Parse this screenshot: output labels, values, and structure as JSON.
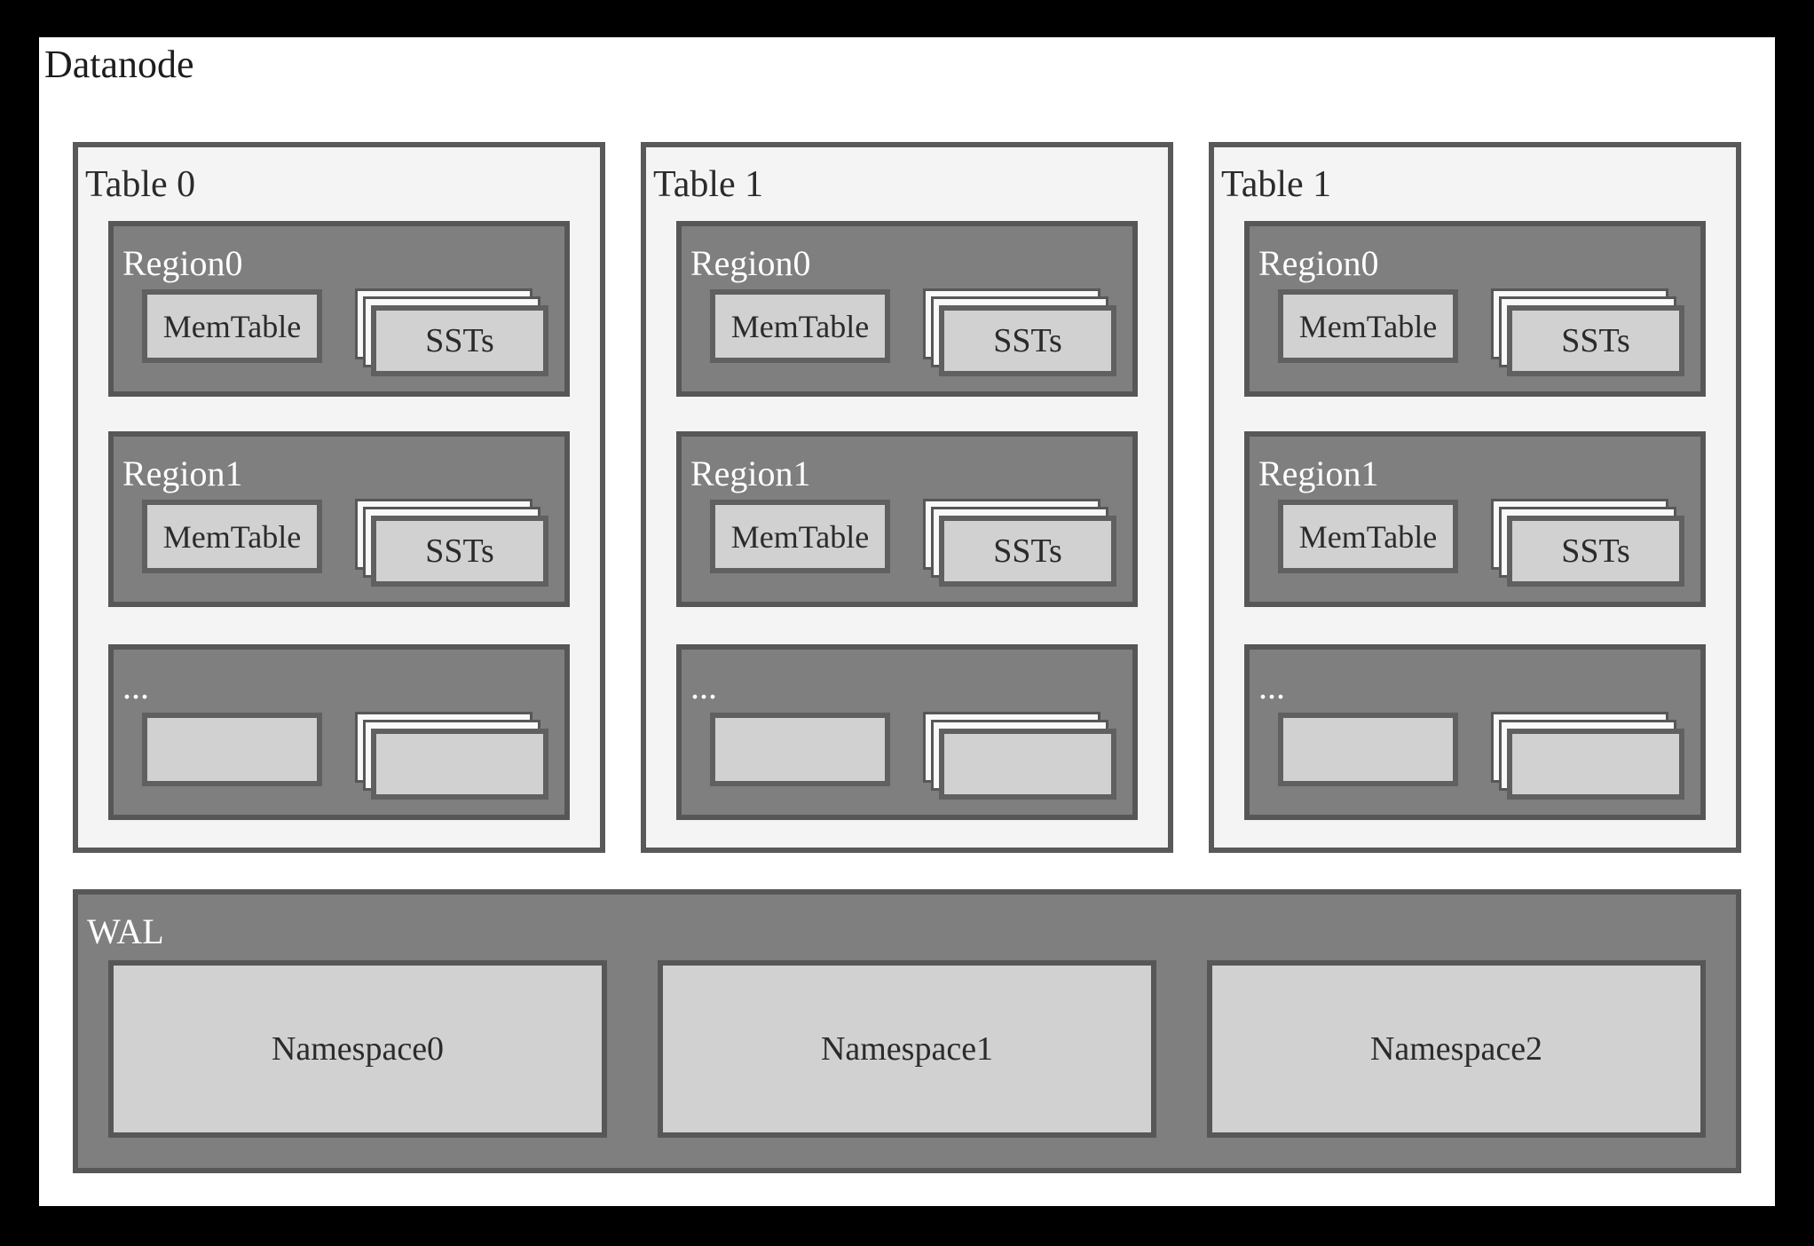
{
  "title": "Datanode",
  "tables": [
    {
      "label": "Table 0",
      "regions": [
        {
          "label": "Region0",
          "memtable": "MemTable",
          "ssts": "SSTs"
        },
        {
          "label": "Region1",
          "memtable": "MemTable",
          "ssts": "SSTs"
        },
        {
          "label": "...",
          "memtable": "",
          "ssts": ""
        }
      ]
    },
    {
      "label": "Table 1",
      "regions": [
        {
          "label": "Region0",
          "memtable": "MemTable",
          "ssts": "SSTs"
        },
        {
          "label": "Region1",
          "memtable": "MemTable",
          "ssts": "SSTs"
        },
        {
          "label": "...",
          "memtable": "",
          "ssts": ""
        }
      ]
    },
    {
      "label": "Table 1",
      "regions": [
        {
          "label": "Region0",
          "memtable": "MemTable",
          "ssts": "SSTs"
        },
        {
          "label": "Region1",
          "memtable": "MemTable",
          "ssts": "SSTs"
        },
        {
          "label": "...",
          "memtable": "",
          "ssts": ""
        }
      ]
    }
  ],
  "wal": {
    "label": "WAL",
    "namespaces": [
      "Namespace0",
      "Namespace1",
      "Namespace2"
    ]
  },
  "colors": {
    "background": "#000000",
    "page": "#ffffff",
    "table_fill": "#f4f4f4",
    "region_fill": "#7f7f7f",
    "inner_box_fill": "#d1d1d1",
    "sheet_fill": "#f9f9f9",
    "border": "#595959",
    "text_dark": "#2b2b2b",
    "text_light": "#ffffff"
  }
}
